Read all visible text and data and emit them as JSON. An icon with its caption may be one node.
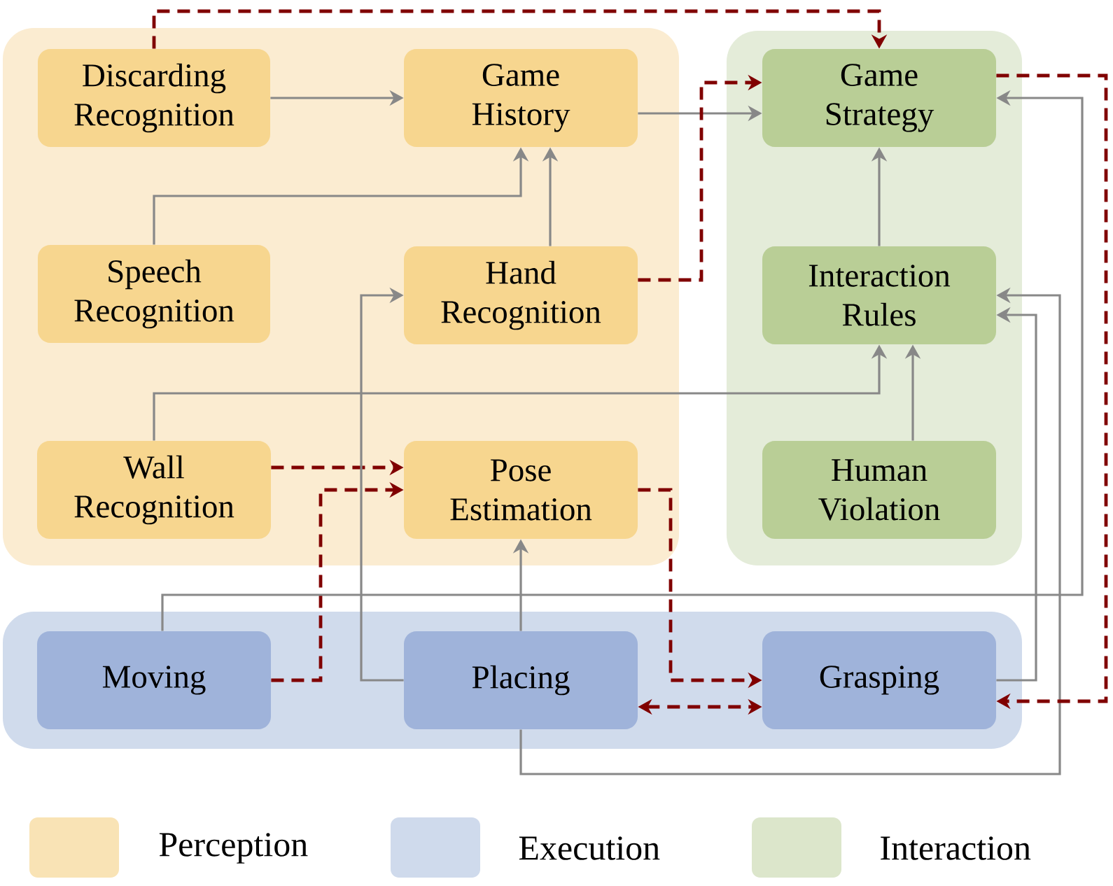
{
  "diagram": {
    "nodes": [
      {
        "text": [],
        "shape": "box"
      },
      {
        "text": [
          "Discarding Recognition"
        ],
        "in": 0
      },
      {
        "text": [
          "Game History"
        ],
        "in": 0
      },
      {
        "text": [
          "Speech Recognition"
        ],
        "in": 0
      },
      {
        "text": [
          "Hand Recognition"
        ],
        "in": 0
      },
      {
        "text": [
          "Wall Recognition"
        ],
        "in": 0
      },
      {
        "text": [
          "Pose Estimation"
        ],
        "in": 0
      },
      {
        "text": [],
        "shape": "box"
      },
      {
        "text": [
          "Game Strategy"
        ],
        "in": 7
      },
      {
        "text": [
          "Interaction Rules"
        ],
        "in": 7
      },
      {
        "text": [
          "Human Violation"
        ],
        "in": 7
      },
      {
        "text": [],
        "shape": "box"
      },
      {
        "text": [
          "Moving"
        ],
        "in": 11
      },
      {
        "text": [
          "Placing"
        ],
        "in": 11
      },
      {
        "text": [
          "Grasping"
        ],
        "in": 11
      }
    ],
    "edges": [
      {
        "from": 1,
        "to": 2,
        "arrow": "to"
      },
      {
        "from": 1,
        "to": 8,
        "arrow": "to",
        "style": "dashed",
        "color": "#800000"
      },
      {
        "from": 2,
        "to": 8,
        "arrow": "to"
      },
      {
        "from": 3,
        "to": 2,
        "arrow": "to"
      },
      {
        "from": 4,
        "to": 2,
        "arrow": "to"
      },
      {
        "from": 4,
        "to": 8,
        "arrow": "to",
        "style": "dashed",
        "color": "#800000"
      },
      {
        "from": 9,
        "to": 8,
        "arrow": "to"
      },
      {
        "from": 5,
        "to": 9,
        "arrow": "to"
      },
      {
        "from": 10,
        "to": 9,
        "arrow": "to"
      },
      {
        "from": 5,
        "to": 6,
        "arrow": "to",
        "style": "dashed",
        "color": "#800000"
      },
      {
        "from": 12,
        "to": 6,
        "arrow": "to",
        "style": "dashed",
        "color": "#800000"
      },
      {
        "from": 6,
        "to": 14,
        "arrow": "to",
        "style": "dashed",
        "color": "#800000"
      },
      {
        "from": 13,
        "to": 6,
        "arrow": "to"
      },
      {
        "from": 13,
        "to": 4,
        "arrow": "to"
      },
      {
        "from": 12,
        "to": 8,
        "arrow": "to"
      },
      {
        "from": 14,
        "to": 9,
        "arrow": "to"
      },
      {
        "from": 13,
        "to": 9,
        "arrow": "to"
      },
      {
        "from": 13,
        "to": 14,
        "arrow": "both",
        "style": "dashed",
        "color": "#800000"
      },
      {
        "from": 8,
        "to": 14,
        "arrow": "to",
        "style": "dashed",
        "color": "#800000"
      }
    ],
    "legend": [
      {
        "text": "Perception",
        "color": "#f9e3b5"
      },
      {
        "text": "Execution",
        "color": "#cfdaec"
      },
      {
        "text": "Interaction",
        "color": "#dce6cb"
      }
    ]
  }
}
